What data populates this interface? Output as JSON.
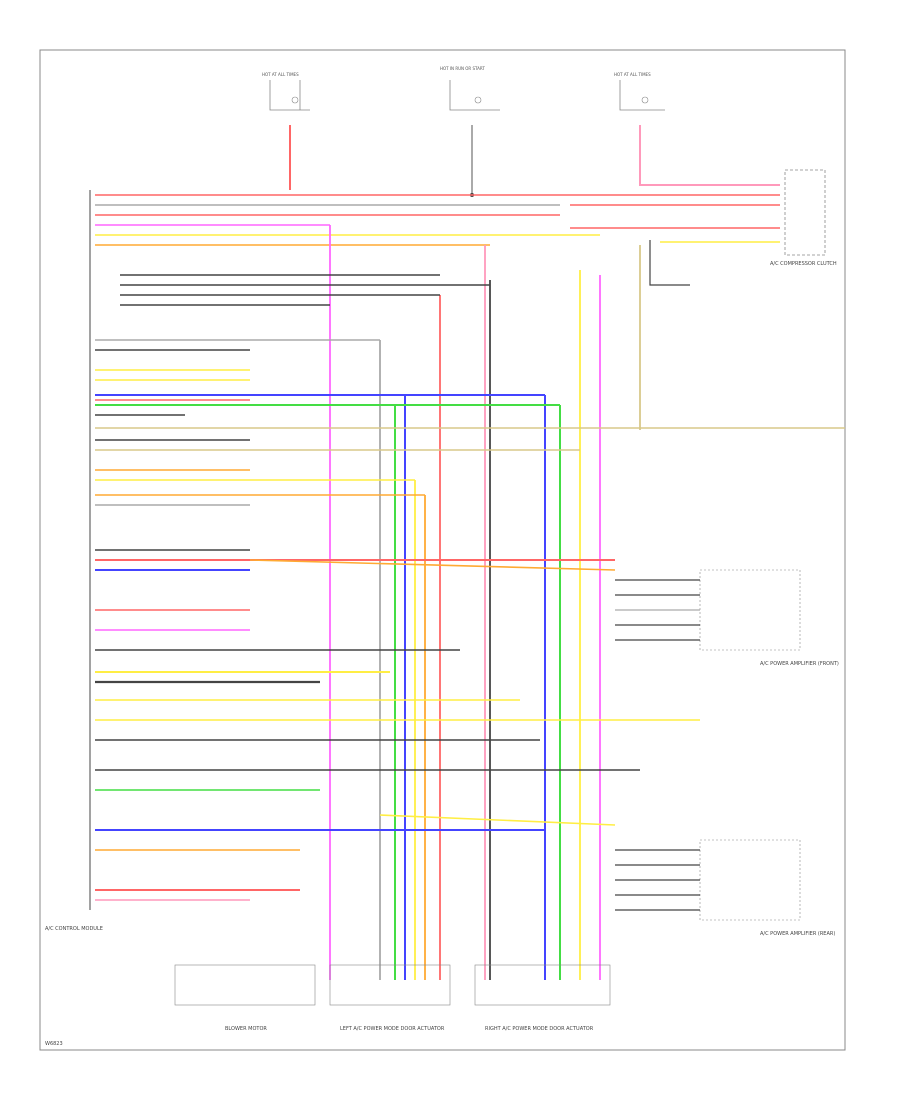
{
  "wire_colors": {
    "red": "#ff6666",
    "pink": "#ff99bb",
    "magenta": "#ff66ff",
    "blue": "#4444ff",
    "green": "#44dd44",
    "yellow": "#ffee44",
    "orange": "#ffaa33",
    "black": "#444444",
    "gray": "#aaaaaa",
    "tan": "#d8c88a",
    "purple": "#bb77dd",
    "light_gray": "#cccccc"
  },
  "labels": {
    "hot_left": "HOT AT ALL TIMES",
    "hot_middle": "HOT IN RUN OR START",
    "hot_right": "HOT AT ALL TIMES",
    "module_left": "A/C CONTROL MODULE",
    "module_right": "A/C COMPRESSOR CLUTCH",
    "amp_front": "A/C POWER AMPLIFIER (FRONT)",
    "amp_rear": "A/C POWER AMPLIFIER (REAR)",
    "bottom_1": "BLOWER MOTOR",
    "bottom_2": "LEFT A/C POWER MODE DOOR ACTUATOR",
    "bottom_3": "RIGHT A/C POWER MODE DOOR ACTUATOR",
    "footer_id": "W6823"
  }
}
